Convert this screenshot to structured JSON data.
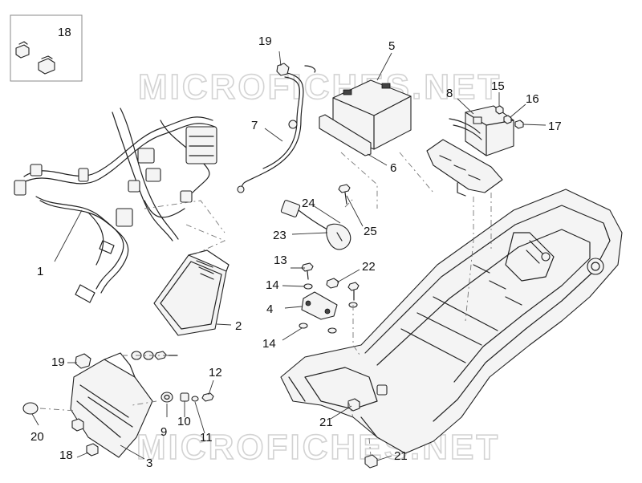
{
  "watermarks": {
    "top": "MICROFICHES.NET",
    "bottom": "MICROFICHES.NET"
  },
  "callouts": {
    "c1": "1",
    "c2": "2",
    "c3": "3",
    "c4": "4",
    "c5": "5",
    "c6": "6",
    "c7": "7",
    "c8": "8",
    "c9": "9",
    "c10": "10",
    "c11": "11",
    "c12": "12",
    "c13": "13",
    "c14a": "14",
    "c14b": "14",
    "c15": "15",
    "c16": "16",
    "c17": "17",
    "c18a": "18",
    "c18b": "18",
    "c19a": "19",
    "c19b": "19",
    "c20": "20",
    "c21a": "21",
    "c21b": "21",
    "c22": "22",
    "c23": "23",
    "c24": "24",
    "c25": "25"
  }
}
